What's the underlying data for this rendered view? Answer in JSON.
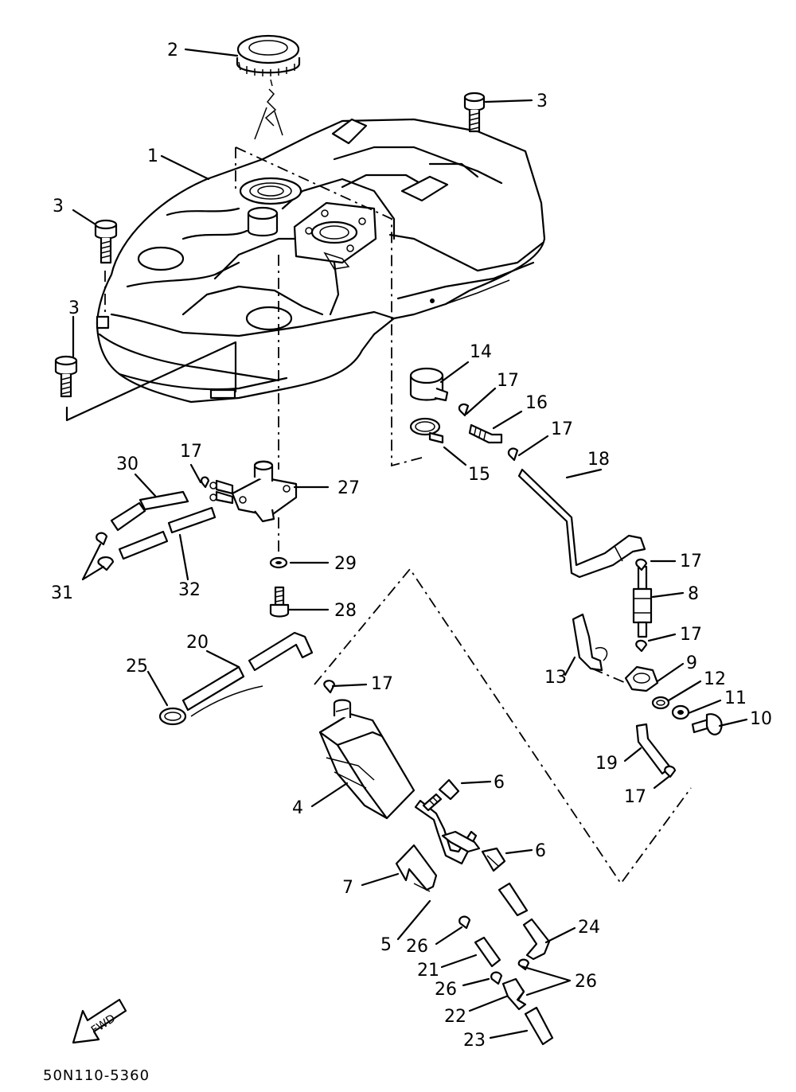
{
  "diagram": {
    "footer_code": "50N110-5360",
    "fwd_label": "FWD",
    "callouts": [
      {
        "id": "c1",
        "text": "1"
      },
      {
        "id": "c2",
        "text": "2"
      },
      {
        "id": "c3a",
        "text": "3"
      },
      {
        "id": "c3b",
        "text": "3"
      },
      {
        "id": "c3c",
        "text": "3"
      },
      {
        "id": "c4",
        "text": "4"
      },
      {
        "id": "c5",
        "text": "5"
      },
      {
        "id": "c6a",
        "text": "6"
      },
      {
        "id": "c6b",
        "text": "6"
      },
      {
        "id": "c7",
        "text": "7"
      },
      {
        "id": "c8",
        "text": "8"
      },
      {
        "id": "c9",
        "text": "9"
      },
      {
        "id": "c10",
        "text": "10"
      },
      {
        "id": "c11",
        "text": "11"
      },
      {
        "id": "c12",
        "text": "12"
      },
      {
        "id": "c13",
        "text": "13"
      },
      {
        "id": "c14",
        "text": "14"
      },
      {
        "id": "c15",
        "text": "15"
      },
      {
        "id": "c16",
        "text": "16"
      },
      {
        "id": "c17a",
        "text": "17"
      },
      {
        "id": "c17b",
        "text": "17"
      },
      {
        "id": "c17c",
        "text": "17"
      },
      {
        "id": "c17d",
        "text": "17"
      },
      {
        "id": "c17e",
        "text": "17"
      },
      {
        "id": "c17f",
        "text": "17"
      },
      {
        "id": "c17g",
        "text": "17"
      },
      {
        "id": "c18",
        "text": "18"
      },
      {
        "id": "c19",
        "text": "19"
      },
      {
        "id": "c20",
        "text": "20"
      },
      {
        "id": "c21",
        "text": "21"
      },
      {
        "id": "c22",
        "text": "22"
      },
      {
        "id": "c23",
        "text": "23"
      },
      {
        "id": "c24",
        "text": "24"
      },
      {
        "id": "c25",
        "text": "25"
      },
      {
        "id": "c26a",
        "text": "26"
      },
      {
        "id": "c26b",
        "text": "26"
      },
      {
        "id": "c26c",
        "text": "26"
      },
      {
        "id": "c27",
        "text": "27"
      },
      {
        "id": "c28",
        "text": "28"
      },
      {
        "id": "c29",
        "text": "29"
      },
      {
        "id": "c30",
        "text": "30"
      },
      {
        "id": "c31",
        "text": "31"
      },
      {
        "id": "c32",
        "text": "32"
      }
    ]
  }
}
